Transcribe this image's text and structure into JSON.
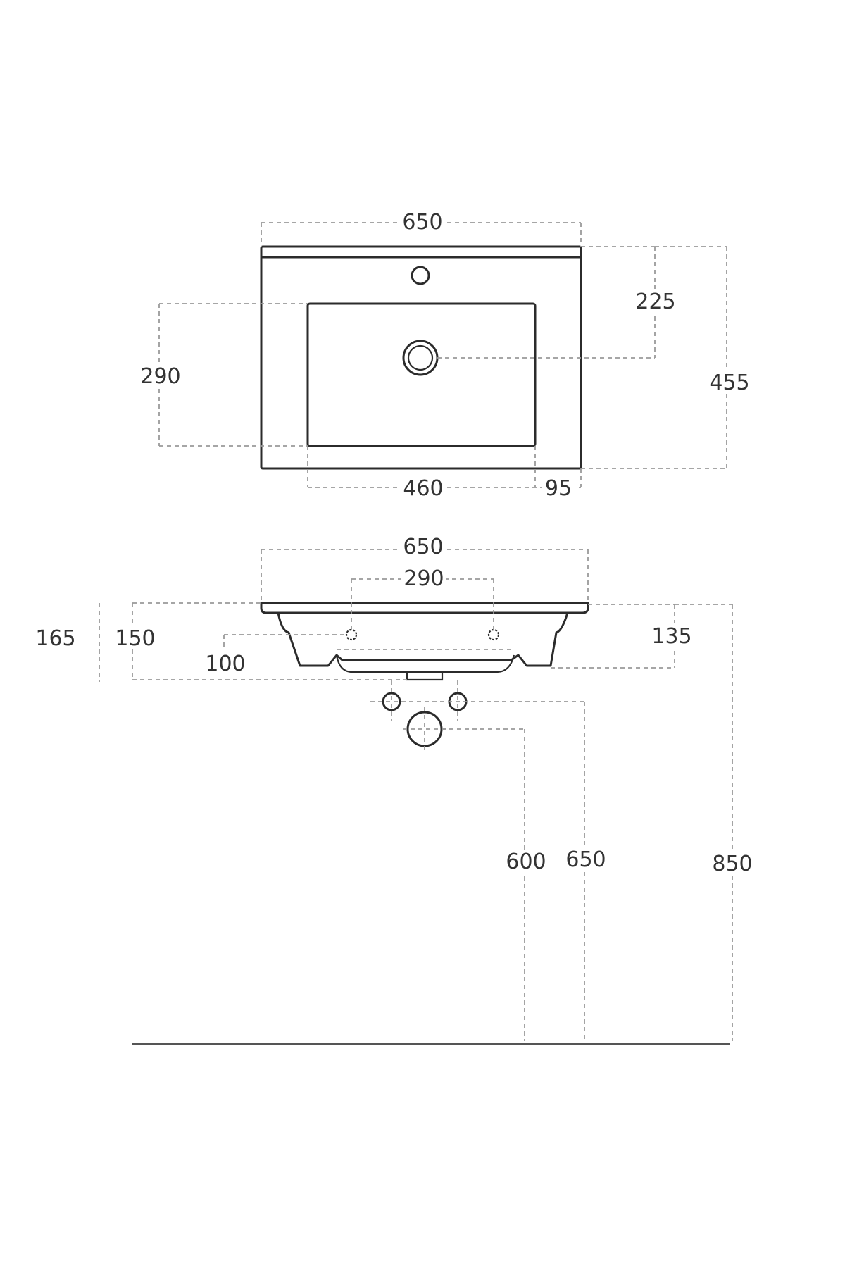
{
  "top_view": {
    "dims": {
      "overall_width": "650",
      "tap_to_drain": "225",
      "bowl_depth": "290",
      "overall_depth": "455",
      "bowl_width": "460",
      "side_margin": "95"
    }
  },
  "front_view": {
    "dims": {
      "overall_width": "650",
      "tap_hole_spacing": "290",
      "total_height": "165",
      "body_height": "150",
      "overflow_height": "100",
      "side_height": "135",
      "drain_height": "600",
      "supply_height": "650",
      "rim_height": "850"
    }
  },
  "colors": {
    "outline": "#2b2b2b",
    "dimension_line": "#9a9a9a",
    "text": "#333333"
  }
}
